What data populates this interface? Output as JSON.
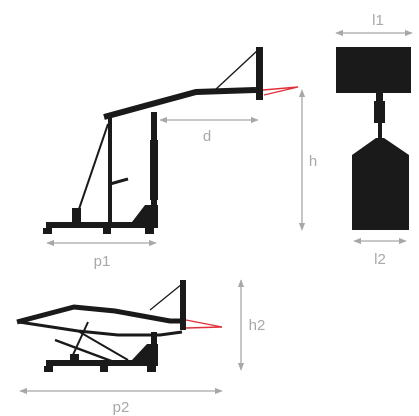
{
  "labels": {
    "d": "d",
    "h": "h",
    "p1": "p1",
    "l1": "l1",
    "l2": "l2",
    "h2": "h2",
    "p2": "p2"
  },
  "colors": {
    "structure": "#1a1a1a",
    "dimension": "#a8a8a8",
    "accent": "#e0303a",
    "background": "#ffffff"
  },
  "icons": {
    "dimension_marker": "double-arrow-icon"
  }
}
